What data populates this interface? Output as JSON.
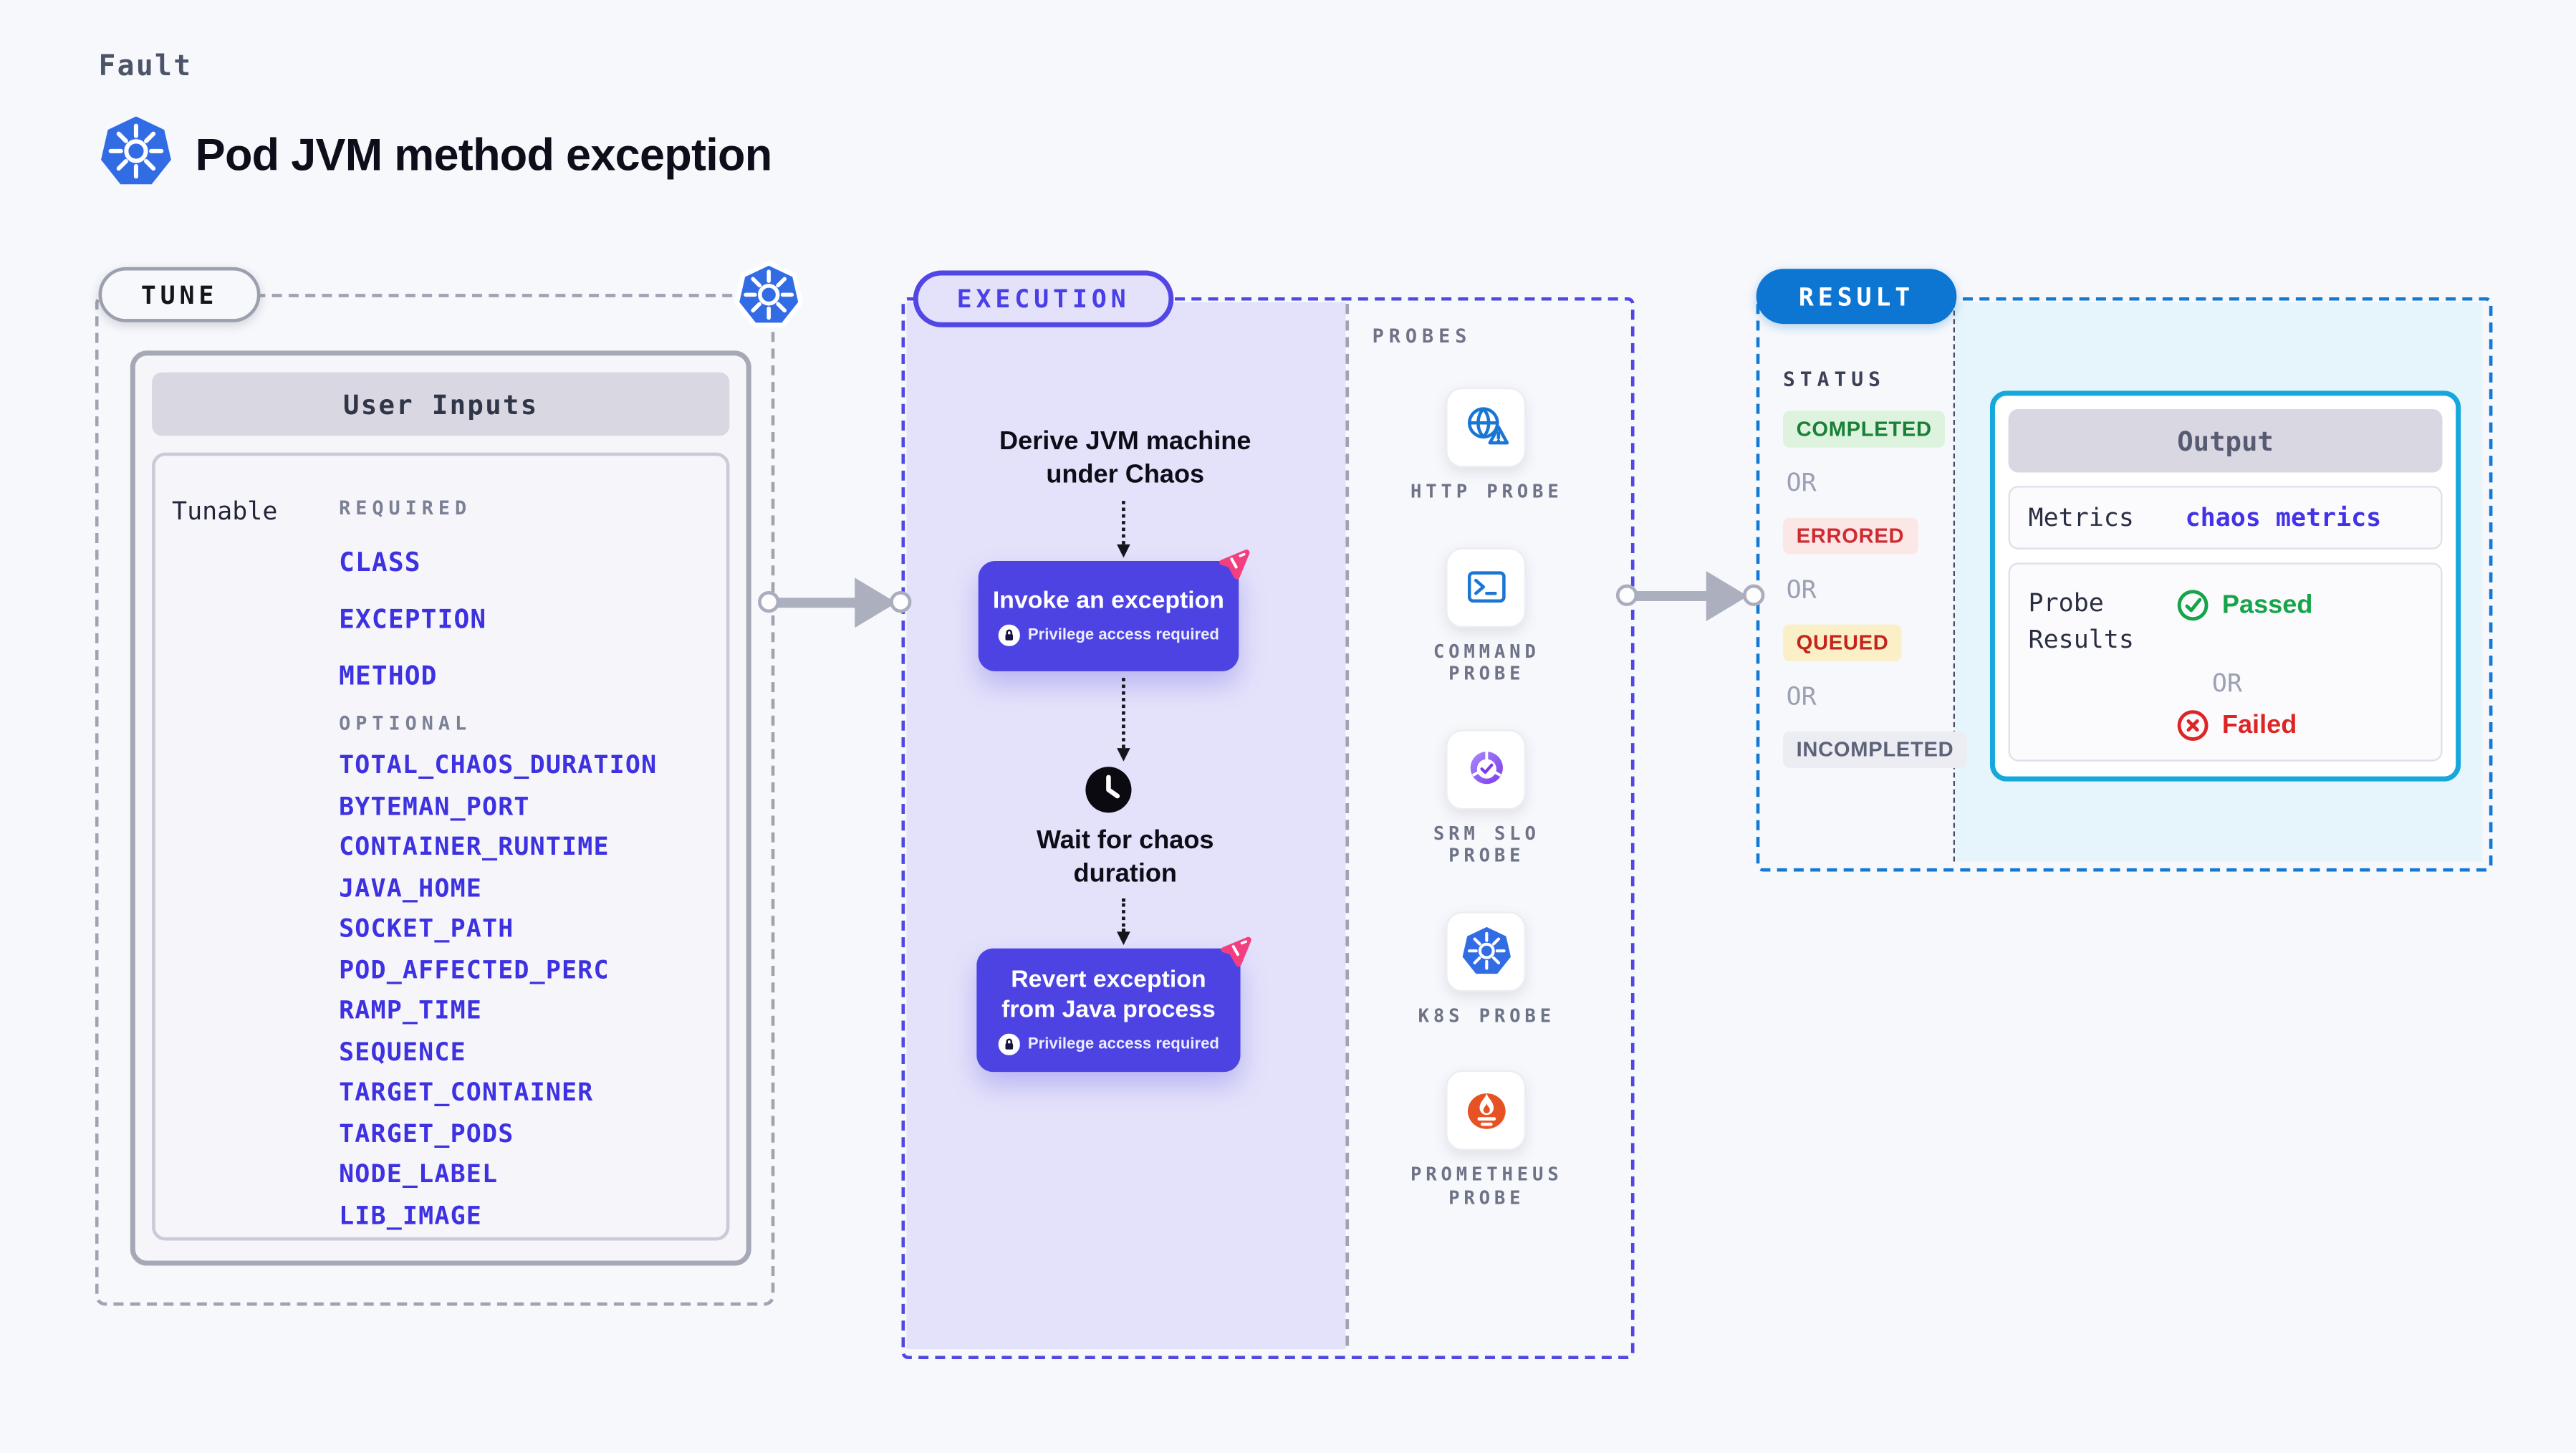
{
  "header": {
    "eyebrow": "Fault",
    "title": "Pod JVM method exception"
  },
  "tune": {
    "badge": "TUNE",
    "panel_title": "User Inputs",
    "row_label": "Tunable",
    "required_label": "REQUIRED",
    "required": [
      "CLASS",
      "EXCEPTION",
      "METHOD"
    ],
    "optional_label": "OPTIONAL",
    "optional": [
      "TOTAL_CHAOS_DURATION",
      "BYTEMAN_PORT",
      "CONTAINER_RUNTIME",
      "JAVA_HOME",
      "SOCKET_PATH",
      "POD_AFFECTED_PERC",
      "RAMP_TIME",
      "SEQUENCE",
      "TARGET_CONTAINER",
      "TARGET_PODS",
      "NODE_LABEL",
      "LIB_IMAGE"
    ]
  },
  "execution": {
    "badge": "EXECUTION",
    "derive_lines": [
      "Derive JVM machine",
      "under Chaos"
    ],
    "invoke": {
      "title": "Invoke an exception",
      "note": "Privilege access required"
    },
    "wait_lines": [
      "Wait for chaos",
      "duration"
    ],
    "revert": {
      "title_lines": [
        "Revert exception",
        "from Java process"
      ],
      "note": "Privilege access required"
    }
  },
  "probes": {
    "label": "PROBES",
    "items": [
      {
        "icon": "http-probe-icon",
        "label_lines": [
          "HTTP PROBE"
        ]
      },
      {
        "icon": "command-probe-icon",
        "label_lines": [
          "COMMAND",
          "PROBE"
        ]
      },
      {
        "icon": "srm-slo-probe-icon",
        "label_lines": [
          "SRM SLO",
          "PROBE"
        ]
      },
      {
        "icon": "k8s-probe-icon",
        "label_lines": [
          "K8S PROBE"
        ]
      },
      {
        "icon": "prometheus-probe-icon",
        "label_lines": [
          "PROMETHEUS",
          "PROBE"
        ]
      }
    ]
  },
  "result": {
    "badge": "RESULT",
    "status_label": "STATUS",
    "or_label": "OR",
    "statuses": [
      {
        "label": "COMPLETED",
        "type": "completed"
      },
      {
        "label": "ERRORED",
        "type": "errored"
      },
      {
        "label": "QUEUED",
        "type": "queued"
      },
      {
        "label": "INCOMPLETED",
        "type": "incompleted"
      }
    ],
    "output": {
      "title": "Output",
      "metrics_label": "Metrics",
      "metrics_value": "chaos metrics",
      "probe_results_lines": [
        "Probe",
        "Results"
      ],
      "passed_label": "Passed",
      "failed_label": "Failed"
    }
  },
  "colors": {
    "page_bg": "#F7F8FC",
    "indigo_accent": "#5247E5",
    "execution_fill": "#E4E2FA",
    "node_fill": "#4D43E3",
    "param_blue": "#3D31E2",
    "result_blue": "#0D76D2",
    "output_border": "#16A8DC",
    "output_fill": "#E6F5FB",
    "kubernetes_blue": "#326CE5",
    "probe_icon_blue": "#1B76D3",
    "litmus_pink": "#F23F80",
    "prometheus_orange": "#E75225",
    "srm_purple": "#7C3AED",
    "passed_green": "#17A34A",
    "failed_red": "#DC2626",
    "completed_bg": "#DDF3DE",
    "completed_text": "#188038",
    "errored_bg": "#FCE7E7",
    "errored_text": "#CE2C31",
    "queued_bg": "#FAEFC6",
    "queued_text": "#C3241C",
    "incompleted_bg": "#ECEDF3",
    "incompleted_text": "#5E6278"
  }
}
